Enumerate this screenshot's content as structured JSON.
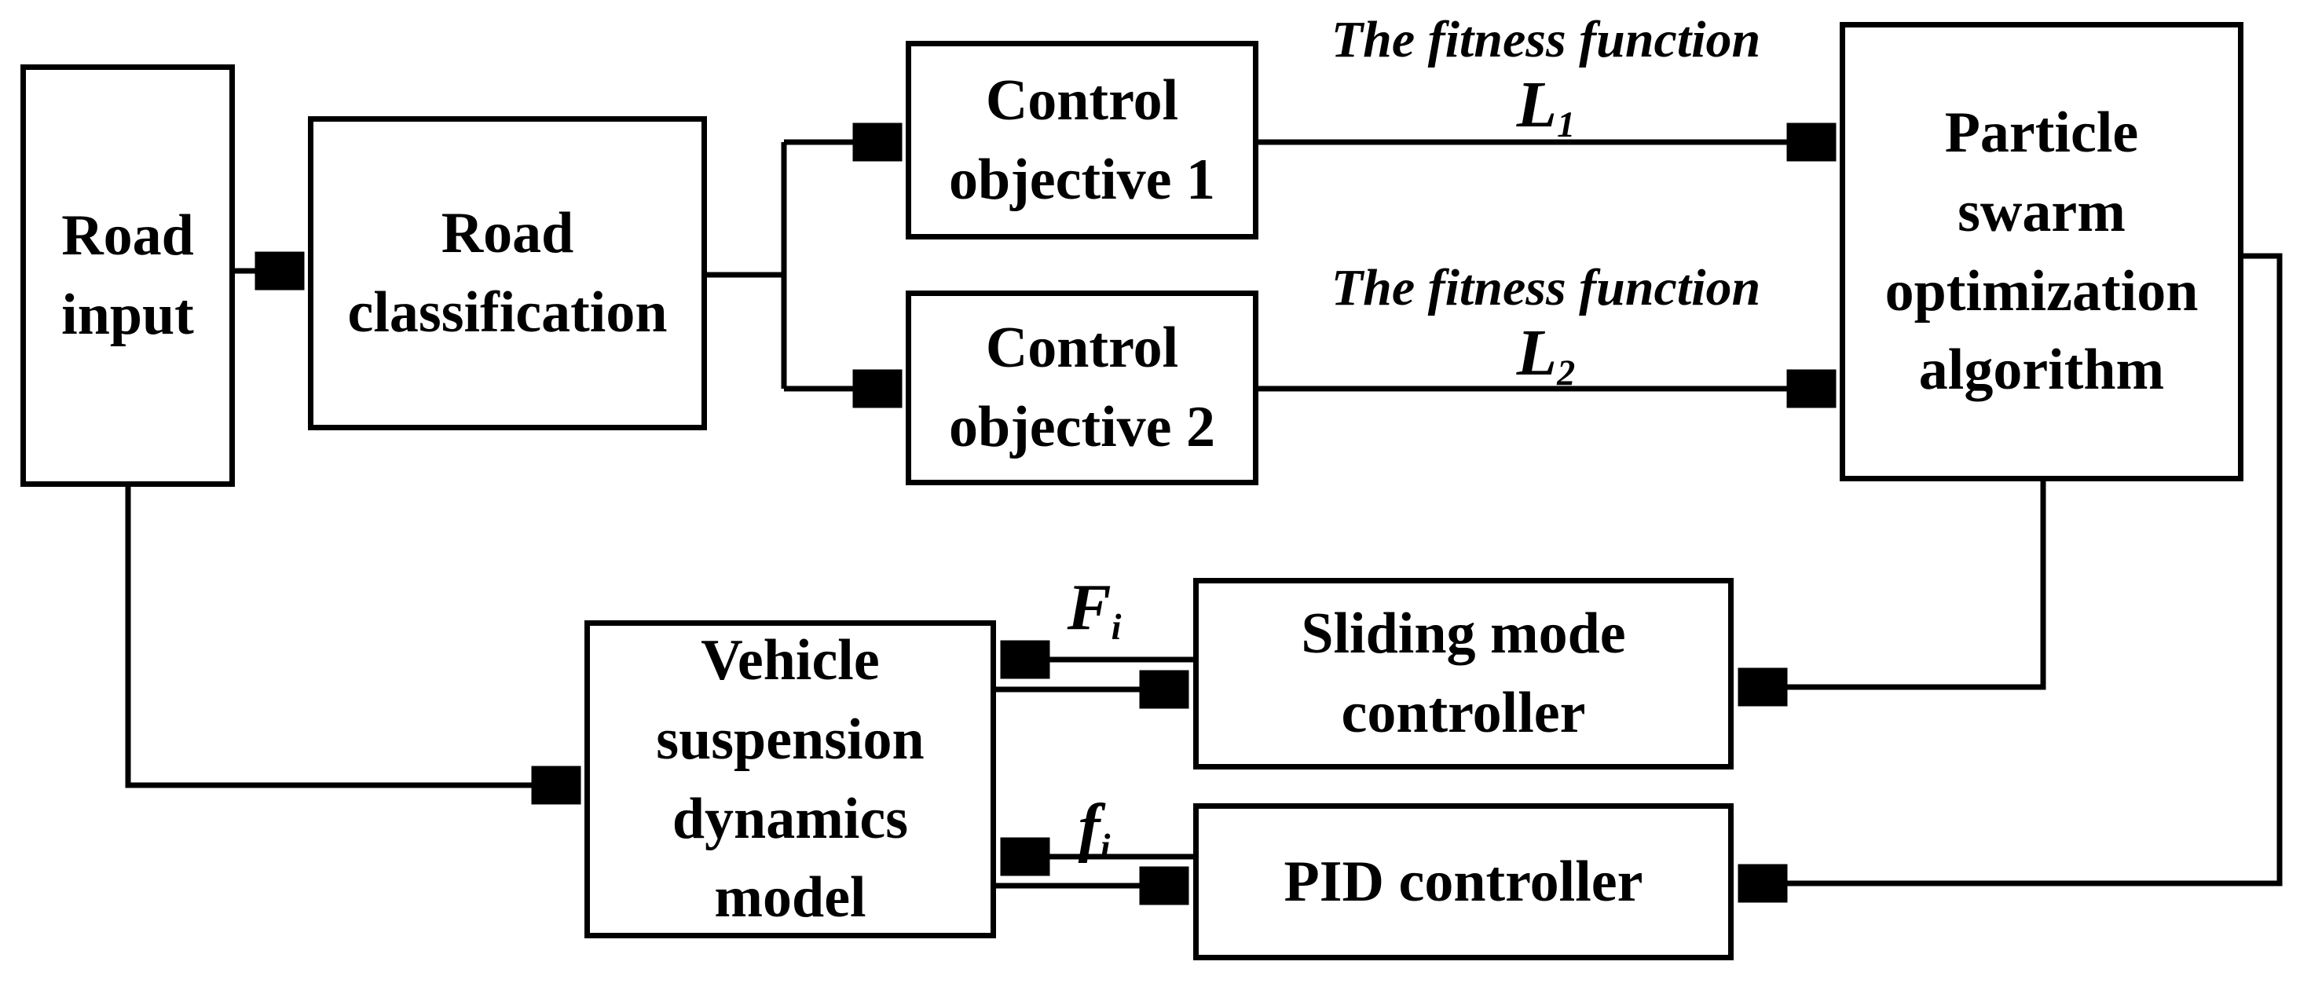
{
  "colors": {
    "line": "#000000",
    "text": "#000000",
    "background": "#ffffff"
  },
  "boxes": {
    "road_input": {
      "label": "Road\ninput"
    },
    "road_classification": {
      "label": "Road\nclassification"
    },
    "control_objective_1": {
      "label": "Control\nobjective 1"
    },
    "control_objective_2": {
      "label": "Control\nobjective 2"
    },
    "pso": {
      "label": "Particle\nswarm\noptimization\nalgorithm"
    },
    "sliding_mode_controller": {
      "label": "Sliding mode\ncontroller"
    },
    "pid_controller": {
      "label": "PID controller"
    },
    "vehicle_model": {
      "label": "Vehicle\nsuspension\ndynamics\nmodel"
    }
  },
  "labels": {
    "fitness_1": {
      "text": "The fitness function",
      "symbol": "L",
      "subscript": "1"
    },
    "fitness_2": {
      "text": "The fitness function",
      "symbol": "L",
      "subscript": "2"
    },
    "force_sliding": {
      "symbol": "F",
      "subscript": "i"
    },
    "force_pid": {
      "symbol": "f",
      "subscript": "i"
    }
  }
}
